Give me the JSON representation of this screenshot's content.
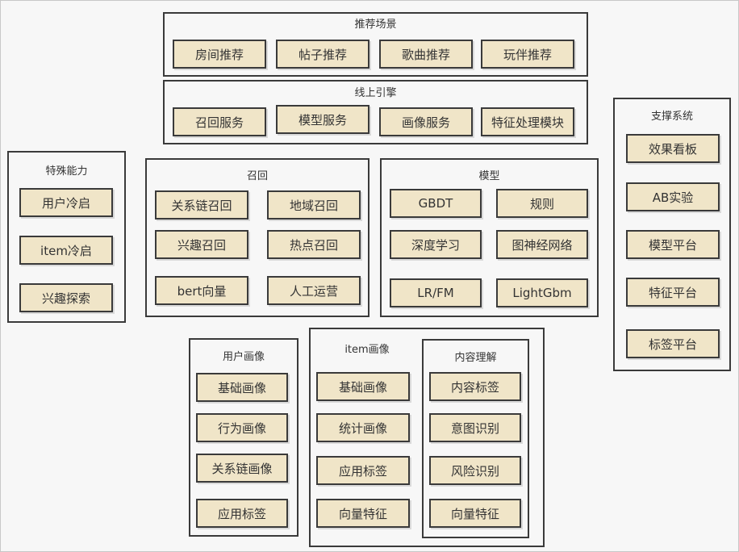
{
  "scenes": {
    "title": "推荐场景",
    "items": [
      "房间推荐",
      "帖子推荐",
      "歌曲推荐",
      "玩伴推荐"
    ]
  },
  "engine": {
    "title": "线上引擎",
    "items": [
      "召回服务",
      "模型服务",
      "画像服务",
      "特征处理模块"
    ]
  },
  "special": {
    "title": "特殊能力",
    "items": [
      "用户冷启",
      "item冷启",
      "兴趣探索"
    ]
  },
  "recall": {
    "title": "召回",
    "items": [
      "关系链召回",
      "地域召回",
      "兴趣召回",
      "热点召回",
      "bert向量",
      "人工运营"
    ]
  },
  "model": {
    "title": "模型",
    "items": [
      "GBDT",
      "规则",
      "深度学习",
      "图神经网络",
      "LR/FM",
      "LightGbm"
    ]
  },
  "support": {
    "title": "支撑系统",
    "items": [
      "效果看板",
      "AB实验",
      "模型平台",
      "特征平台",
      "标签平台"
    ]
  },
  "user_profile": {
    "title": "用户画像",
    "items": [
      "基础画像",
      "行为画像",
      "关系链画像",
      "应用标签"
    ]
  },
  "item_profile": {
    "title": "item画像",
    "items": [
      "基础画像",
      "统计画像",
      "应用标签",
      "向量特征"
    ]
  },
  "content": {
    "title": "内容理解",
    "items": [
      "内容标签",
      "意图识别",
      "风险识别",
      "向量特征"
    ]
  }
}
